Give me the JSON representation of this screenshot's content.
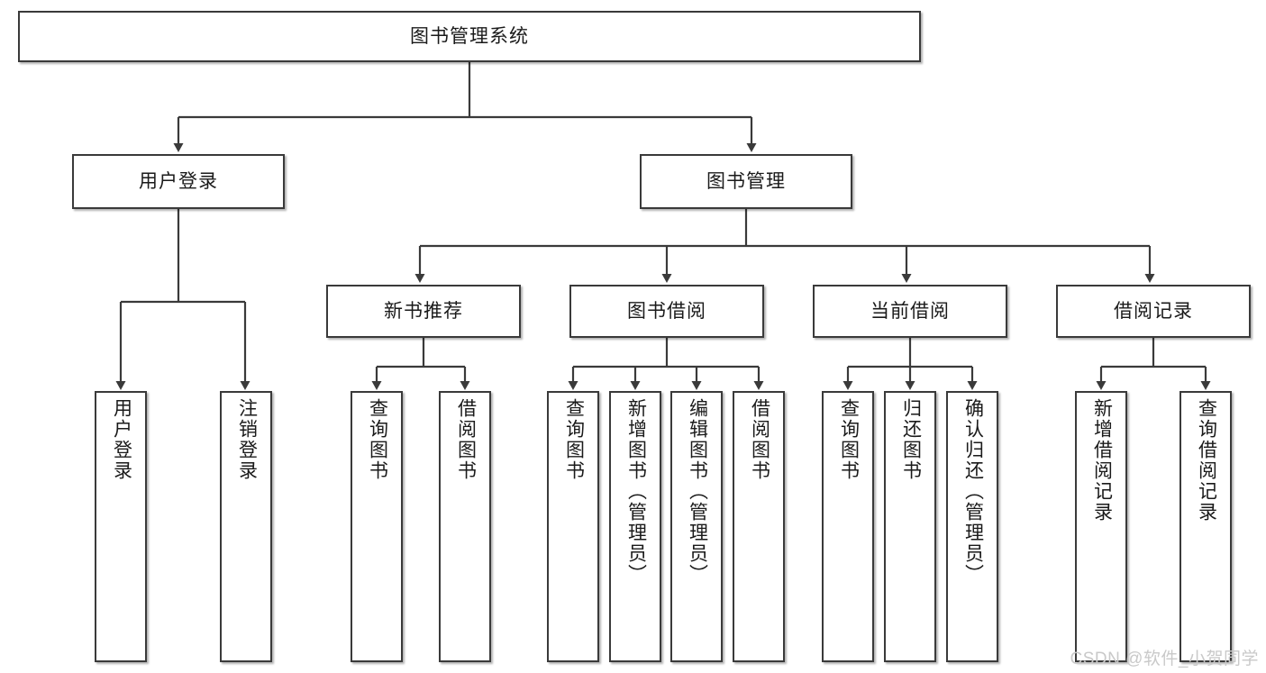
{
  "diagram": {
    "type": "tree-hierarchy-chart",
    "title": "图书管理系统",
    "stroke_color": "#3a3a3a",
    "fill_color": "#ffffff",
    "text_color": "#1a1a1a",
    "levels": [
      {
        "level": 1,
        "nodes": [
          {
            "id": "root",
            "label": "图书管理系统"
          }
        ]
      },
      {
        "level": 2,
        "nodes": [
          {
            "id": "login",
            "label": "用户登录",
            "parent": "root"
          },
          {
            "id": "bookmgmt",
            "label": "图书管理",
            "parent": "root"
          }
        ]
      },
      {
        "level": 3,
        "nodes": [
          {
            "id": "newbooks",
            "label": "新书推荐",
            "parent": "bookmgmt"
          },
          {
            "id": "borrow",
            "label": "图书借阅",
            "parent": "bookmgmt"
          },
          {
            "id": "current",
            "label": "当前借阅",
            "parent": "bookmgmt"
          },
          {
            "id": "records",
            "label": "借阅记录",
            "parent": "bookmgmt"
          }
        ]
      },
      {
        "level": 4,
        "nodes": [
          {
            "id": "leaf1",
            "label": "用户登录",
            "parent": "login"
          },
          {
            "id": "leaf2",
            "label": "注销登录",
            "parent": "login"
          },
          {
            "id": "leaf3",
            "label": "查询图书",
            "parent": "newbooks"
          },
          {
            "id": "leaf4",
            "label": "借阅图书",
            "parent": "newbooks"
          },
          {
            "id": "leaf5",
            "label": "查询图书",
            "parent": "borrow"
          },
          {
            "id": "leaf6",
            "label": "新增图书（管理员）",
            "parent": "borrow"
          },
          {
            "id": "leaf7",
            "label": "编辑图书（管理员）",
            "parent": "borrow"
          },
          {
            "id": "leaf8",
            "label": "借阅图书",
            "parent": "borrow"
          },
          {
            "id": "leaf9",
            "label": "查询图书",
            "parent": "current"
          },
          {
            "id": "leaf10",
            "label": "归还图书",
            "parent": "current"
          },
          {
            "id": "leaf11",
            "label": "确认归还（管理员）",
            "parent": "current"
          },
          {
            "id": "leaf12",
            "label": "新增借阅记录",
            "parent": "records"
          },
          {
            "id": "leaf13",
            "label": "查询借阅记录",
            "parent": "records"
          }
        ]
      }
    ]
  },
  "watermark": {
    "text": "CSDN @软件_小贺同学"
  }
}
